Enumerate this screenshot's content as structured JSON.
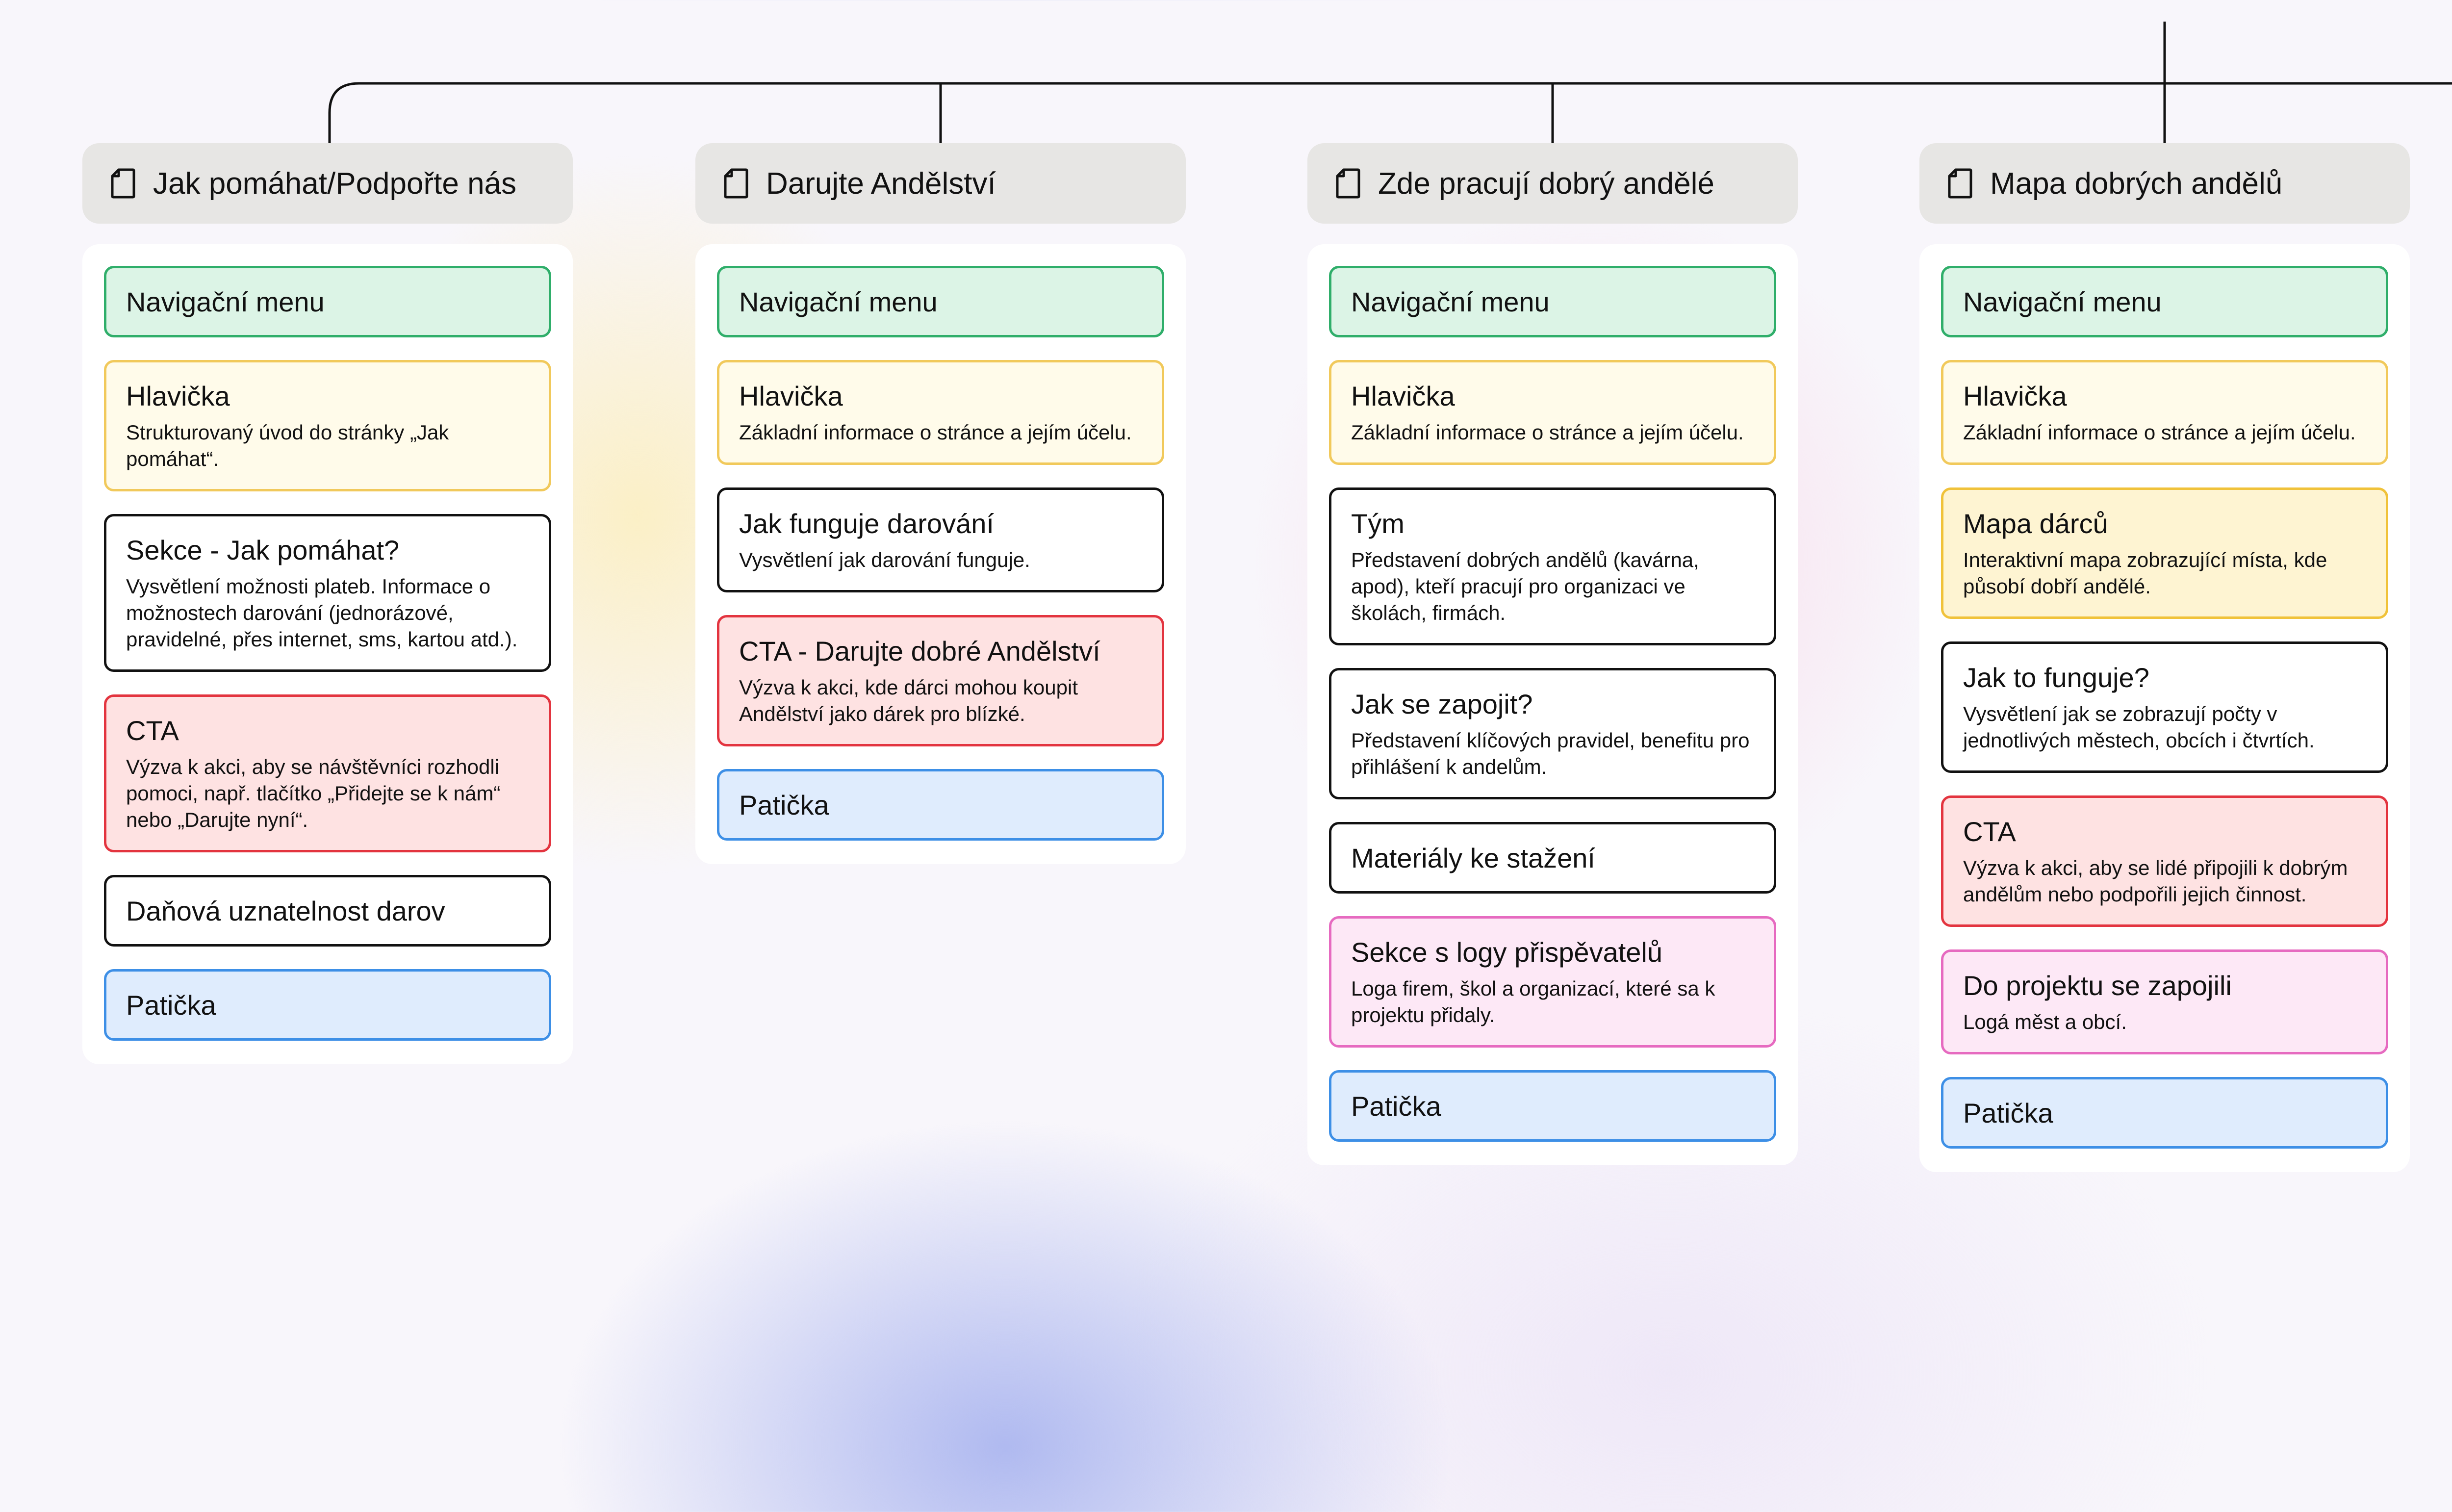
{
  "columns": [
    {
      "title": "Jak pomáhat/Podpořte nás",
      "icon": "page-icon",
      "cards": [
        {
          "title": "Navigační menu",
          "desc": "",
          "type": "nav"
        },
        {
          "title": "Hlavička",
          "desc": "Strukturovaný úvod do stránky „Jak pomáhat“.",
          "type": "hdr"
        },
        {
          "title": "Sekce - Jak pomáhat?",
          "desc": "Vysvětlení možnosti plateb. Informace o možnostech darování (jednorázové, pravidelné, přes internet, sms, kartou atd.).",
          "type": "plain"
        },
        {
          "title": "CTA",
          "desc": "Výzva k akci, aby se návštěvníci rozhodli pomoci, např. tlačítko „Přidejte se k nám“ nebo „Darujte nyní“.",
          "type": "cta"
        },
        {
          "title": "Daňová uznatelnost darov",
          "desc": "",
          "type": "plain"
        },
        {
          "title": "Patička",
          "desc": "",
          "type": "foot"
        }
      ]
    },
    {
      "title": "Darujte Andělství",
      "icon": "page-icon",
      "cards": [
        {
          "title": "Navigační menu",
          "desc": "",
          "type": "nav"
        },
        {
          "title": "Hlavička",
          "desc": "Základní informace o stránce a jejím účelu.",
          "type": "hdr"
        },
        {
          "title": "Jak funguje darování",
          "desc": "Vysvětlení jak darování funguje.",
          "type": "plain"
        },
        {
          "title": "CTA - Darujte dobré Andělství",
          "desc": "Výzva k akci, kde dárci mohou koupit Andělství jako dárek pro blízké.",
          "type": "cta"
        },
        {
          "title": "Patička",
          "desc": "",
          "type": "foot"
        }
      ]
    },
    {
      "title": "Zde pracují dobrý andělé",
      "icon": "page-icon",
      "cards": [
        {
          "title": "Navigační menu",
          "desc": "",
          "type": "nav"
        },
        {
          "title": "Hlavička",
          "desc": "Základní informace o stránce a jejím účelu.",
          "type": "hdr"
        },
        {
          "title": "Tým",
          "desc": "Představení dobrých andělů (kavárna, apod), kteří pracují pro organizaci ve školách, firmách.",
          "type": "plain"
        },
        {
          "title": "Jak se zapojit?",
          "desc": "Představení klíčových pravidel, benefitu pro přihlášení k andelům.",
          "type": "plain"
        },
        {
          "title": "Materiály ke stažení",
          "desc": "",
          "type": "plain"
        },
        {
          "title": "Sekce s logy přispěvatelů",
          "desc": "Loga firem, škol a organizací, které sa k projektu přidaly.",
          "type": "logos"
        },
        {
          "title": "Patička",
          "desc": "",
          "type": "foot"
        }
      ]
    },
    {
      "title": "Mapa dobrých andělů",
      "icon": "page-icon",
      "cards": [
        {
          "title": "Navigační menu",
          "desc": "",
          "type": "nav"
        },
        {
          "title": "Hlavička",
          "desc": "Základní informace o stránce a jejím účelu.",
          "type": "hdr"
        },
        {
          "title": "Mapa dárců",
          "desc": "Interaktivní mapa zobrazující místa, kde působí dobří andělé.",
          "type": "map"
        },
        {
          "title": "Jak to funguje?",
          "desc": "Vysvětlení jak se zobrazují počty v jednotlivých městech, obcích i čtvrtích.",
          "type": "plain"
        },
        {
          "title": "CTA",
          "desc": "Výzva k akci, aby se lidé připojili k dobrým andělům nebo podpořili jejich činnost.",
          "type": "cta"
        },
        {
          "title": "Do projektu se zapojili",
          "desc": "Logá měst a obcí.",
          "type": "logos"
        },
        {
          "title": "Patička",
          "desc": "",
          "type": "foot"
        }
      ]
    }
  ]
}
